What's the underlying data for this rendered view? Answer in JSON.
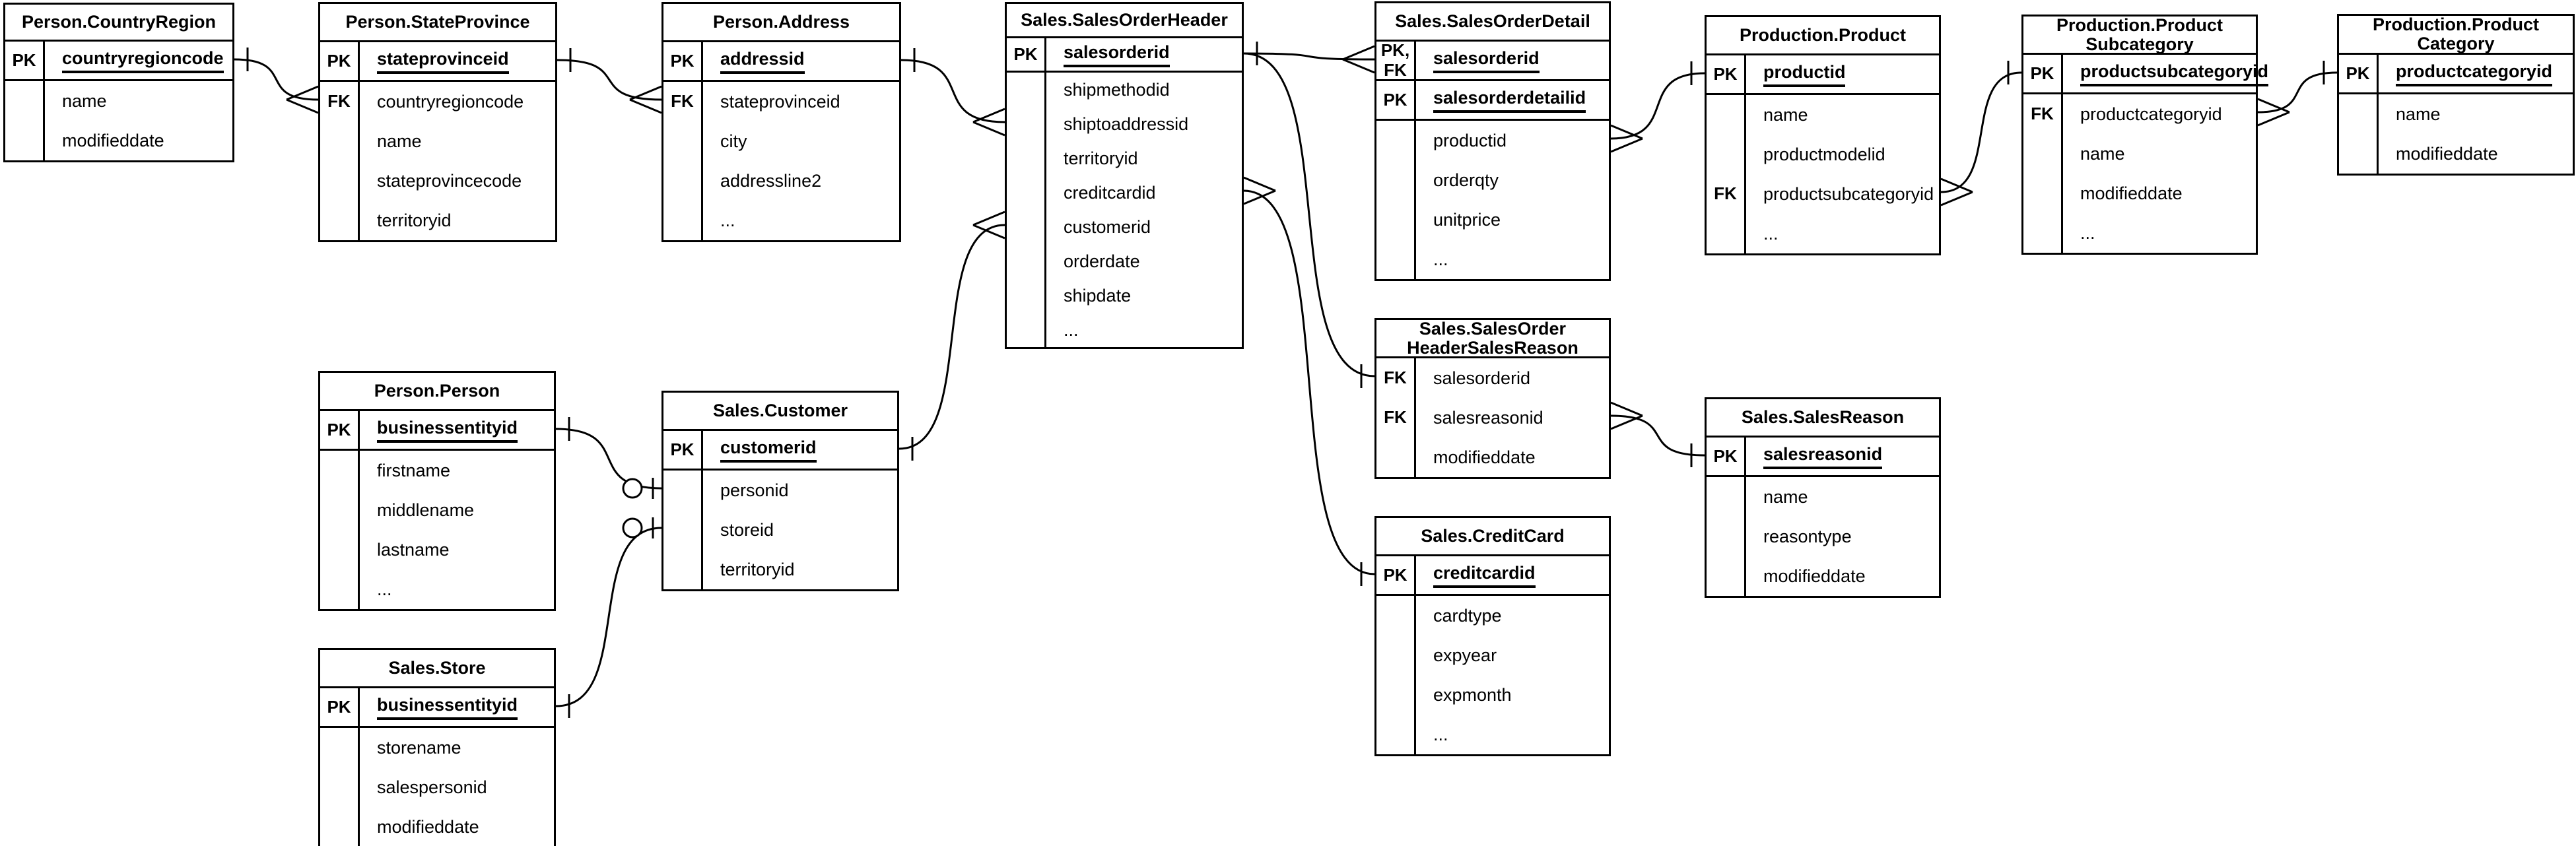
{
  "diagram": {
    "background_color": "#ffffff",
    "line_color": "#000000",
    "tables": [
      {
        "id": "person_countryregion",
        "title_lines": [
          "Person.CountryRegion"
        ],
        "rows": [
          {
            "key": "PK",
            "name": "countryregioncode",
            "underline": true,
            "framed": true
          },
          {
            "key": "",
            "name": "name"
          },
          {
            "key": "",
            "name": "modifieddate"
          }
        ]
      },
      {
        "id": "person_stateprovince",
        "title_lines": [
          "Person.StateProvince"
        ],
        "rows": [
          {
            "key": "PK",
            "name": "stateprovinceid",
            "underline": true,
            "framed": true
          },
          {
            "key": "FK",
            "name": "countryregioncode"
          },
          {
            "key": "",
            "name": "name"
          },
          {
            "key": "",
            "name": "stateprovincecode"
          },
          {
            "key": "",
            "name": "territoryid"
          }
        ]
      },
      {
        "id": "person_address",
        "title_lines": [
          "Person.Address"
        ],
        "rows": [
          {
            "key": "PK",
            "name": "addressid",
            "underline": true,
            "framed": true
          },
          {
            "key": "FK",
            "name": "stateprovinceid"
          },
          {
            "key": "",
            "name": "city"
          },
          {
            "key": "",
            "name": "addressline2"
          },
          {
            "key": "",
            "name": "..."
          }
        ]
      },
      {
        "id": "sales_salesorderheader",
        "title_lines": [
          "Sales.SalesOrderHeader"
        ],
        "rows": [
          {
            "key": "PK",
            "name": "salesorderid",
            "underline": true,
            "framed": true
          },
          {
            "key": "",
            "name": "shipmethodid"
          },
          {
            "key": "",
            "name": "shiptoaddressid"
          },
          {
            "key": "",
            "name": "territoryid"
          },
          {
            "key": "",
            "name": "creditcardid"
          },
          {
            "key": "",
            "name": "customerid"
          },
          {
            "key": "",
            "name": "orderdate"
          },
          {
            "key": "",
            "name": "shipdate"
          },
          {
            "key": "",
            "name": "..."
          }
        ]
      },
      {
        "id": "sales_salesorderdetail",
        "title_lines": [
          "Sales.SalesOrderDetail"
        ],
        "rows": [
          {
            "key": "PK,\nFK",
            "name": "salesorderid",
            "underline": true,
            "framed": true
          },
          {
            "key": "PK",
            "name": "salesorderdetailid",
            "underline": true,
            "framed": true
          },
          {
            "key": "",
            "name": "productid"
          },
          {
            "key": "",
            "name": "orderqty"
          },
          {
            "key": "",
            "name": "unitprice"
          },
          {
            "key": "",
            "name": "..."
          }
        ]
      },
      {
        "id": "production_product",
        "title_lines": [
          "Production.Product"
        ],
        "rows": [
          {
            "key": "PK",
            "name": "productid",
            "underline": true,
            "framed": true
          },
          {
            "key": "",
            "name": "name"
          },
          {
            "key": "",
            "name": "productmodelid"
          },
          {
            "key": "FK",
            "name": "productsubcategoryid"
          },
          {
            "key": "",
            "name": "..."
          }
        ]
      },
      {
        "id": "production_productsubcategory",
        "title_lines": [
          "Production.Product",
          "Subcategory"
        ],
        "rows": [
          {
            "key": "PK",
            "name": "productsubcategoryid",
            "underline": true,
            "framed": true
          },
          {
            "key": "FK",
            "name": "productcategoryid"
          },
          {
            "key": "",
            "name": "name"
          },
          {
            "key": "",
            "name": "modifieddate"
          },
          {
            "key": "",
            "name": "..."
          }
        ]
      },
      {
        "id": "production_productcategory",
        "title_lines": [
          "Production.Product",
          "Category"
        ],
        "rows": [
          {
            "key": "PK",
            "name": "productcategoryid",
            "underline": true,
            "framed": true
          },
          {
            "key": "",
            "name": "name"
          },
          {
            "key": "",
            "name": "modifieddate"
          }
        ]
      },
      {
        "id": "person_person",
        "title_lines": [
          "Person.Person"
        ],
        "rows": [
          {
            "key": "PK",
            "name": "businessentityid",
            "underline": true,
            "framed": true
          },
          {
            "key": "",
            "name": "firstname"
          },
          {
            "key": "",
            "name": "middlename"
          },
          {
            "key": "",
            "name": "lastname"
          },
          {
            "key": "",
            "name": "..."
          }
        ]
      },
      {
        "id": "sales_customer",
        "title_lines": [
          "Sales.Customer"
        ],
        "rows": [
          {
            "key": "PK",
            "name": "customerid",
            "underline": true,
            "framed": true
          },
          {
            "key": "",
            "name": "personid"
          },
          {
            "key": "",
            "name": "storeid"
          },
          {
            "key": "",
            "name": "territoryid"
          }
        ]
      },
      {
        "id": "sales_salesorderheadersalesreason",
        "title_lines": [
          "Sales.SalesOrder",
          "HeaderSalesReason"
        ],
        "rows": [
          {
            "key": "FK",
            "name": "salesorderid"
          },
          {
            "key": "FK",
            "name": "salesreasonid"
          },
          {
            "key": "",
            "name": "modifieddate"
          }
        ]
      },
      {
        "id": "sales_salesreason",
        "title_lines": [
          "Sales.SalesReason"
        ],
        "rows": [
          {
            "key": "PK",
            "name": "salesreasonid",
            "underline": true,
            "framed": true
          },
          {
            "key": "",
            "name": "name"
          },
          {
            "key": "",
            "name": "reasontype"
          },
          {
            "key": "",
            "name": "modifieddate"
          }
        ]
      },
      {
        "id": "sales_store",
        "title_lines": [
          "Sales.Store"
        ],
        "rows": [
          {
            "key": "PK",
            "name": "businessentityid",
            "underline": true,
            "framed": true
          },
          {
            "key": "",
            "name": "storename"
          },
          {
            "key": "",
            "name": "salespersonid"
          },
          {
            "key": "",
            "name": "modifieddate"
          }
        ]
      },
      {
        "id": "sales_creditcard",
        "title_lines": [
          "Sales.CreditCard"
        ],
        "rows": [
          {
            "key": "PK",
            "name": "creditcardid",
            "underline": true,
            "framed": true
          },
          {
            "key": "",
            "name": "cardtype"
          },
          {
            "key": "",
            "name": "expyear"
          },
          {
            "key": "",
            "name": "expmonth"
          },
          {
            "key": "",
            "name": "..."
          }
        ]
      }
    ],
    "relationships": [
      {
        "from_table": "Person.CountryRegion",
        "from_field": "countryregioncode",
        "from_marker": "one",
        "to_table": "Person.StateProvince",
        "to_field": "countryregioncode",
        "to_marker": "many"
      },
      {
        "from_table": "Person.StateProvince",
        "from_field": "stateprovinceid",
        "from_marker": "one",
        "to_table": "Person.Address",
        "to_field": "stateprovinceid",
        "to_marker": "many"
      },
      {
        "from_table": "Person.Address",
        "from_field": "addressid",
        "from_marker": "one",
        "to_table": "Sales.SalesOrderHeader",
        "to_field": "shiptoaddressid",
        "to_marker": "many"
      },
      {
        "from_table": "Sales.Customer",
        "from_field": "customerid",
        "from_marker": "one",
        "to_table": "Sales.SalesOrderHeader",
        "to_field": "customerid",
        "to_marker": "many"
      },
      {
        "from_table": "Sales.SalesOrderHeader",
        "from_field": "salesorderid",
        "from_marker": "one",
        "to_table": "Sales.SalesOrderDetail",
        "to_field": "salesorderid",
        "to_marker": "many"
      },
      {
        "from_table": "Sales.SalesOrderHeader",
        "from_field": "salesorderid",
        "from_marker": "none",
        "to_table": "Sales.SalesOrderHeaderSalesReason",
        "to_field": "salesorderid",
        "to_marker": "one"
      },
      {
        "from_table": "Sales.SalesOrderHeader",
        "from_field": "creditcardid",
        "from_marker": "many",
        "to_table": "Sales.CreditCard",
        "to_field": "creditcardid",
        "to_marker": "one"
      },
      {
        "from_table": "Sales.SalesOrderDetail",
        "from_field": "productid",
        "from_marker": "many",
        "to_table": "Production.Product",
        "to_field": "productid",
        "to_marker": "one"
      },
      {
        "from_table": "Production.Product",
        "from_field": "productsubcategoryid",
        "from_marker": "many",
        "to_table": "Production.ProductSubcategory",
        "to_field": "productsubcategoryid",
        "to_marker": "one"
      },
      {
        "from_table": "Production.ProductSubcategory",
        "from_field": "productcategoryid",
        "from_marker": "many",
        "to_table": "Production.ProductCategory",
        "to_field": "productcategoryid",
        "to_marker": "one"
      },
      {
        "from_table": "Person.Person",
        "from_field": "businessentityid",
        "from_marker": "one",
        "to_table": "Sales.Customer",
        "to_field": "personid",
        "to_marker": "zero-or-one"
      },
      {
        "from_table": "Sales.Store",
        "from_field": "businessentityid",
        "from_marker": "one",
        "to_table": "Sales.Customer",
        "to_field": "storeid",
        "to_marker": "zero-or-one"
      },
      {
        "from_table": "Sales.SalesOrderHeaderSalesReason",
        "from_field": "salesreasonid",
        "from_marker": "many",
        "to_table": "Sales.SalesReason",
        "to_field": "salesreasonid",
        "to_marker": "one"
      }
    ]
  }
}
